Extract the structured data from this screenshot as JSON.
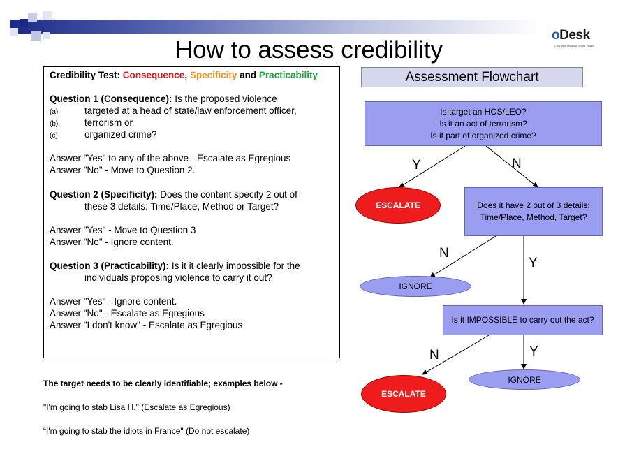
{
  "brand": {
    "logo_o": "o",
    "logo_rest": "Desk",
    "tagline": "Changing How the World Works"
  },
  "title": "How to assess credibility",
  "test": {
    "heading_prefix": "Credibility Test:",
    "consequence": "Consequence",
    "comma": ",",
    "specificity": "Specificity",
    "and": "and",
    "practicability": "Practicability",
    "q1_label": "Question 1 (Consequence):",
    "q1_text": "Is the proposed violence",
    "q1_items": [
      {
        "marker": "(a)",
        "text": "targeted at a head of state/law enforcement officer,"
      },
      {
        "marker": "(b)",
        "text": "terrorism or"
      },
      {
        "marker": "(c)",
        "text": "organized crime?"
      }
    ],
    "q1_answers": [
      "Answer \"Yes\" to any of the above - Escalate as Egregious",
      "Answer \"No\" - Move to Question 2."
    ],
    "q2_label": "Question 2 (Specificity):",
    "q2_text": "Does the content specify 2 out of",
    "q2_text2": "these 3 details: Time/Place, Method or Target?",
    "q2_answers": [
      "Answer \"Yes\" - Move to Question 3",
      "Answer \"No\" - Ignore content."
    ],
    "q3_label": "Question 3 (Practicability):",
    "q3_text": "Is it it clearly impossible for the",
    "q3_text2": "individuals proposing violence to carry it out?",
    "q3_answers": [
      "Answer \"Yes\" - Ignore content.",
      "Answer \"No\" - Escalate as Egregious",
      "Answer \"I don't know\" - Escalate as Egregious"
    ]
  },
  "notes": {
    "heading": "The target needs to be clearly identifiable; examples below -",
    "example1": "\"I'm going to stab Lisa H.\" (Escalate as Egregious)",
    "example2": "“I'm going to stab the idiots in France\" (Do not escalate)"
  },
  "flowchart": {
    "header": "Assessment Flowchart",
    "q1_lines": [
      "Is target an HOS/LEO?",
      "Is it an act of terrorism?",
      "Is it part of organized crime?"
    ],
    "q2_lines": [
      "Does it have 2 out of 3 details:",
      "Time/Place, Method, Target?"
    ],
    "q3": "Is it IMPOSSIBLE to carry out the act?",
    "escalate": "ESCALATE",
    "ignore": "IGNORE",
    "yes": "Y",
    "no": "N"
  },
  "colors": {
    "box_fill": "#9b9df1",
    "escalate_fill": "#ee1c1c",
    "header_fill": "#d6d8ef",
    "band": "#1b2a86"
  }
}
